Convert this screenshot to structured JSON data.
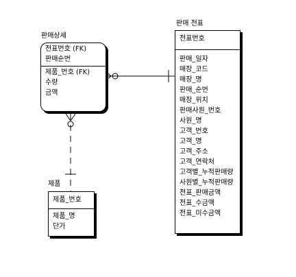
{
  "entities": {
    "sales_detail": {
      "title": "판매상세",
      "key_attrs": [
        "전표번호 (FK)",
        "판매순번"
      ],
      "attrs": [
        "제품_번호 (FK)",
        "수량",
        "금액"
      ]
    },
    "sales_slip": {
      "title": "판매 전표",
      "key_attrs": [
        "전표번호"
      ],
      "attrs": [
        "판매_일자",
        "매장_코드",
        "매장_명",
        "판매_순번",
        "매장_위치",
        "판매사원_번호",
        "사원_명",
        "고객_번호",
        "고객_명",
        "고객_주소",
        "고객_연락처",
        "고객별_누적판매량",
        "사원별_누적판매량",
        "전표_판매금액",
        "전표_수금액",
        "전표_미수금액"
      ]
    },
    "product": {
      "title": "제품",
      "key_attrs": [
        "제품_번호"
      ],
      "attrs": [
        "제품_명",
        "단가"
      ]
    }
  },
  "colors": {
    "line": "#000000",
    "background": "#ffffff"
  }
}
